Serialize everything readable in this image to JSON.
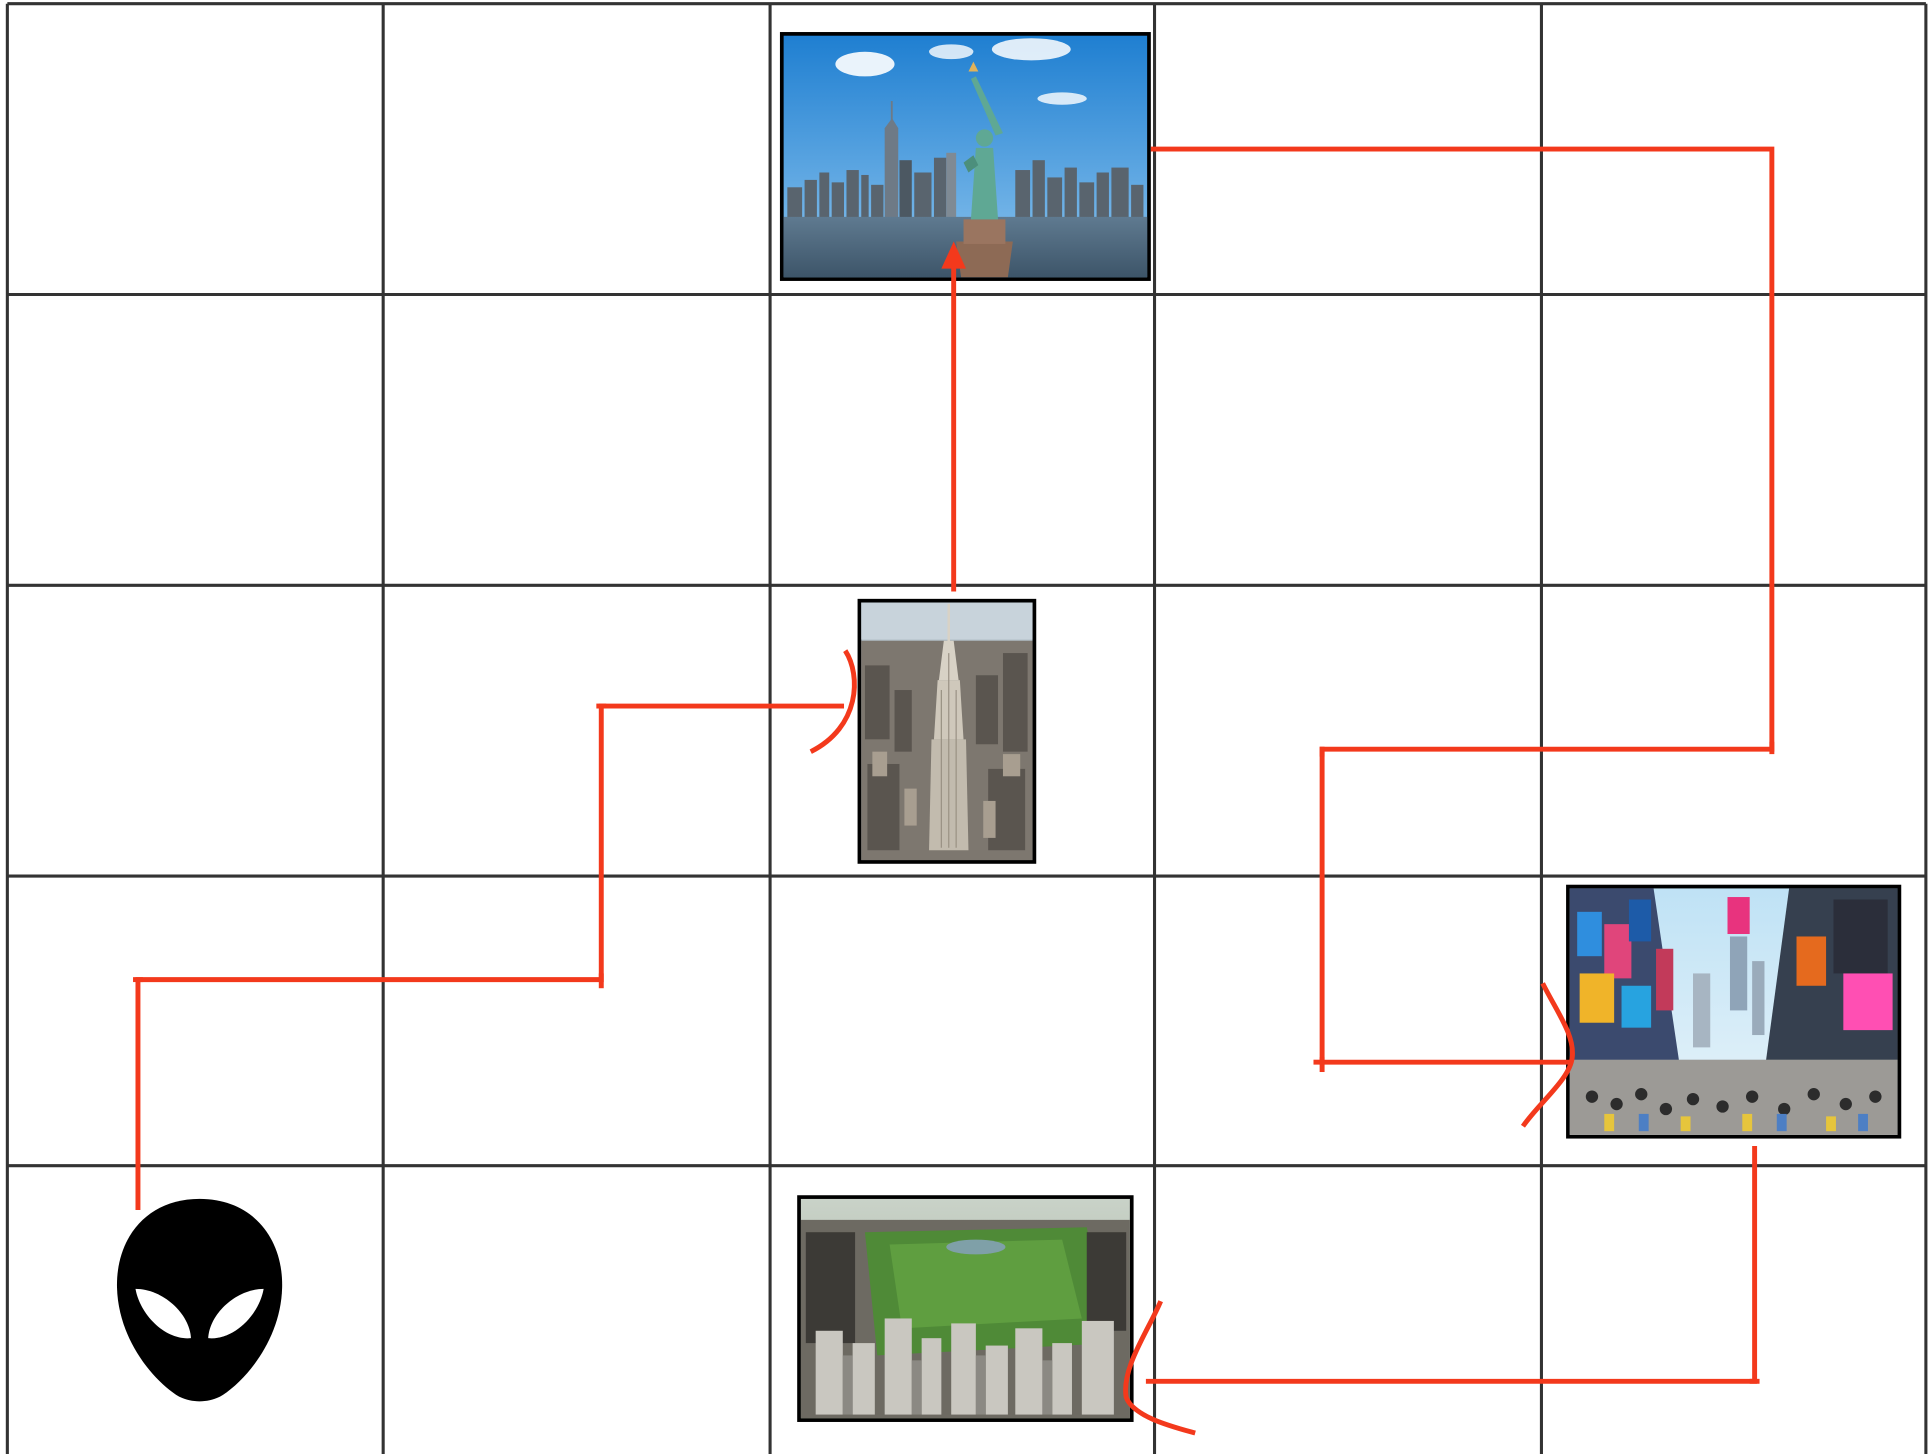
{
  "grid": {
    "rows": 5,
    "cols": 5
  },
  "colors": {
    "path": "#f3391c",
    "grid_line": "#333333",
    "background": "#ffffff",
    "avatar": "#000000",
    "photo_frame": "#000000"
  },
  "avatar": {
    "icon": "alien-head-icon",
    "cell": [
      4,
      0
    ]
  },
  "landmarks": [
    {
      "id": "statue-of-liberty",
      "icon": "statue-of-liberty-photo",
      "cell": [
        0,
        2
      ]
    },
    {
      "id": "empire-state-building",
      "icon": "empire-state-building-photo",
      "cell": [
        2,
        2
      ]
    },
    {
      "id": "times-square",
      "icon": "times-square-photo",
      "cell": [
        3,
        4
      ]
    },
    {
      "id": "central-park",
      "icon": "central-park-photo",
      "cell": [
        4,
        2
      ]
    }
  ]
}
